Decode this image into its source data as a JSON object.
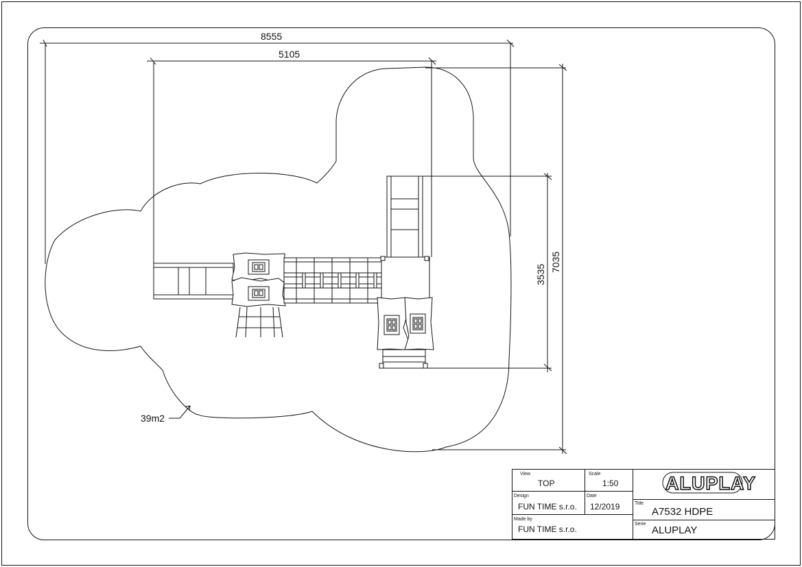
{
  "dimensions": {
    "overall_width": "8555",
    "structure_width": "5105",
    "overall_depth": "7035",
    "structure_depth": "3535"
  },
  "area": {
    "label": "39m2"
  },
  "title_block": {
    "view": {
      "label": "View",
      "value": "TOP"
    },
    "scale": {
      "label": "Scale",
      "value": "1:50"
    },
    "design": {
      "label": "Design",
      "value": "FUN TIME s.r.o."
    },
    "date": {
      "label": "Date",
      "value": "12/2019"
    },
    "made_by": {
      "label": "Made by",
      "value": "FUN TIME s.r.o."
    },
    "logo": "ALUPLAY",
    "title": {
      "label": "Title",
      "value": "A7532 HDPE"
    },
    "serie": {
      "label": "Serie",
      "value": "ALUPLAY"
    }
  }
}
